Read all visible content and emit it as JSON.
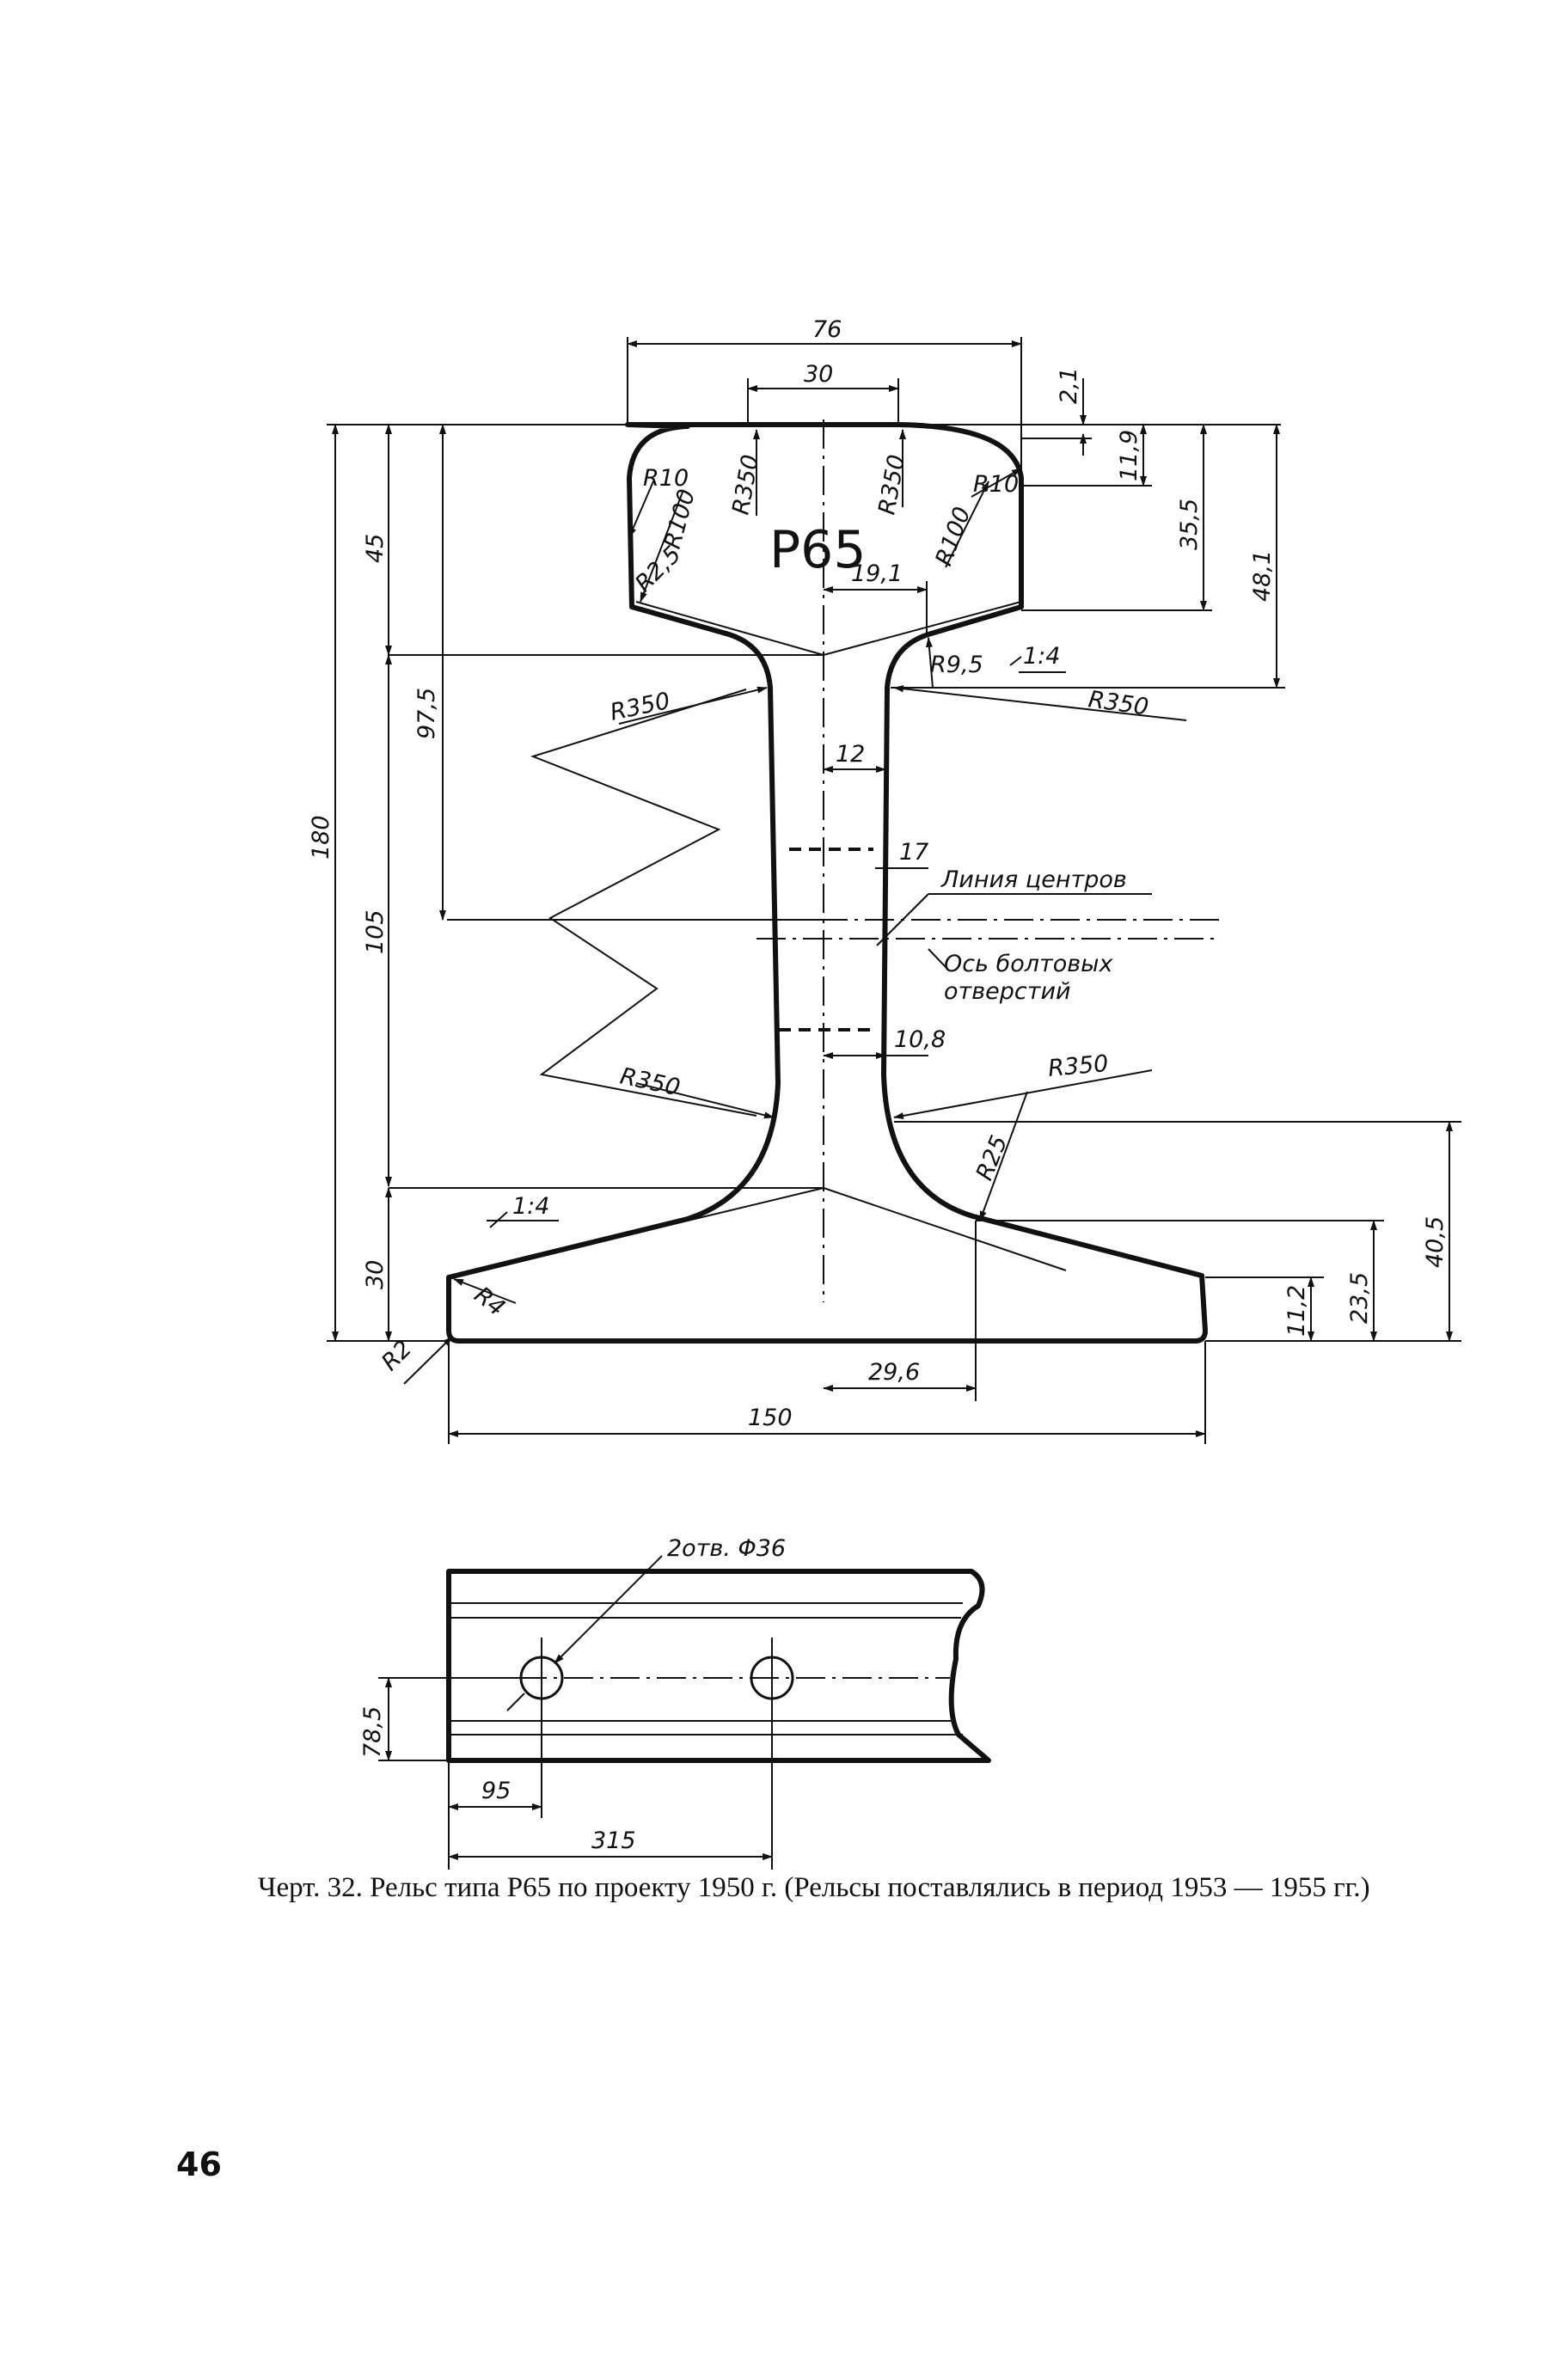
{
  "figure": {
    "rail_label": "Р65",
    "caption": "Черт. 32. Рельс типа Р65 по проекту 1950 г. (Рельсы поставлялись в период 1953 — 1955 гг.)",
    "page_number": "46"
  },
  "cross_section": {
    "dims_horizontal": {
      "head_width": "76",
      "head_top_width": "30",
      "head_offset": "19,1",
      "web_thickness": "12",
      "web_center": "17",
      "web_lower": "10,8",
      "base_offset": "29,6",
      "base_width": "150"
    },
    "dims_vertical": {
      "total_height": "180",
      "head_height": "45",
      "to_centerline": "97,5",
      "web_height": "105",
      "base_height": "30",
      "head_top_drop": "2,1",
      "head_fillet": "11,9",
      "head_side": "35,5",
      "head_total": "48,1",
      "base_edge": "11,2",
      "base_slope": "23,5",
      "neck_height": "40,5"
    },
    "radii": {
      "r10_left": "R10",
      "r100_left": "R100",
      "r25_small": "R2,5",
      "r350_head_left": "R350",
      "r350_head_right": "R350",
      "r10_right": "R10",
      "r100_right": "R100",
      "r95": "R9,5",
      "r350_web_upper_left": "R350",
      "r350_web_upper_right": "R350",
      "r350_web_lower_left": "R350",
      "r350_web_lower_right": "R350",
      "r25": "R25",
      "r4": "R4",
      "r2": "R2"
    },
    "slopes": {
      "head_slope": "1:4",
      "base_slope": "1:4"
    },
    "annotations": {
      "centers_line": "Линия центров",
      "bolt_axis_line1": "Ось болтовых",
      "bolt_axis_line2": "отверстий"
    }
  },
  "side_view": {
    "holes_label": "2отв. Φ36",
    "hole_height": "78,5",
    "first_hole": "95",
    "hole_spacing": "315"
  }
}
